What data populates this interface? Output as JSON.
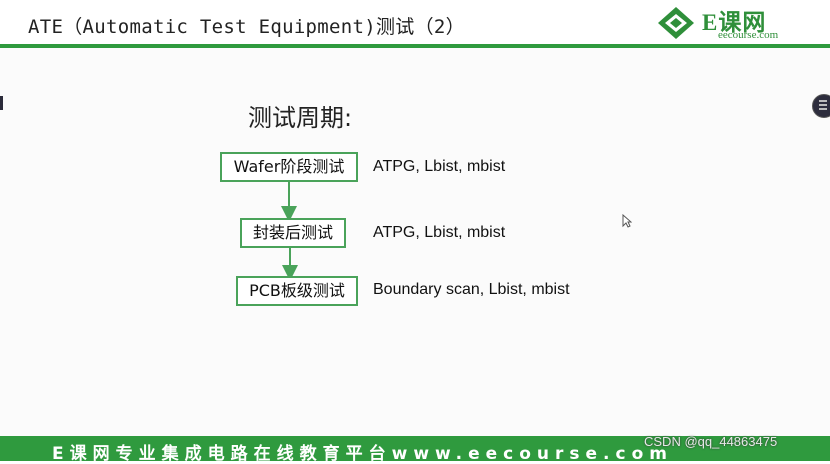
{
  "header": {
    "title": "ATE（Automatic Test Equipment)测试（2）",
    "logo_text": "E课网",
    "logo_sub": "eecourse.com"
  },
  "content": {
    "cycle_title": "测试周期:",
    "stages": [
      {
        "label": "Wafer阶段测试",
        "desc": "ATPG, Lbist, mbist"
      },
      {
        "label": "封装后测试",
        "desc": "ATPG, Lbist, mbist"
      },
      {
        "label": "PCB板级测试",
        "desc": "Boundary scan, Lbist, mbist"
      }
    ]
  },
  "footer": {
    "text": "E课网专业集成电路在线教育平台www.eecourse.com"
  },
  "watermark": "CSDN @qq_44863475",
  "colors": {
    "accent_green": "#2f9a3e",
    "box_border": "#4aa35a"
  },
  "icons": {
    "logo": "eecourse-logo-icon",
    "arrow": "arrow-down-icon",
    "cursor": "mouse-cursor-icon"
  }
}
